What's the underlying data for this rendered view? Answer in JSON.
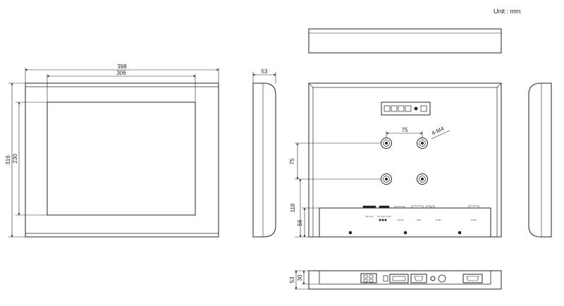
{
  "unit_label": "Unit : mm",
  "front_view": {
    "width": "398",
    "screen_width": "306",
    "height": "316",
    "screen_height": "230"
  },
  "side_view": {
    "depth": "53"
  },
  "rear_view": {
    "mount_spacing_h": "75",
    "mount_spacing_v": "75",
    "mount_screws": "4-M4",
    "io_offset": "118",
    "io_height": "56"
  },
  "ports": {
    "dc": "DC 12V",
    "power": "DC 12V / 0.5A",
    "dvi": "DVI-D",
    "vga": "VGA",
    "audio": "Audio",
    "touch": "Touch"
  },
  "bottom_view": {
    "depth": "53",
    "io_depth": "30"
  }
}
